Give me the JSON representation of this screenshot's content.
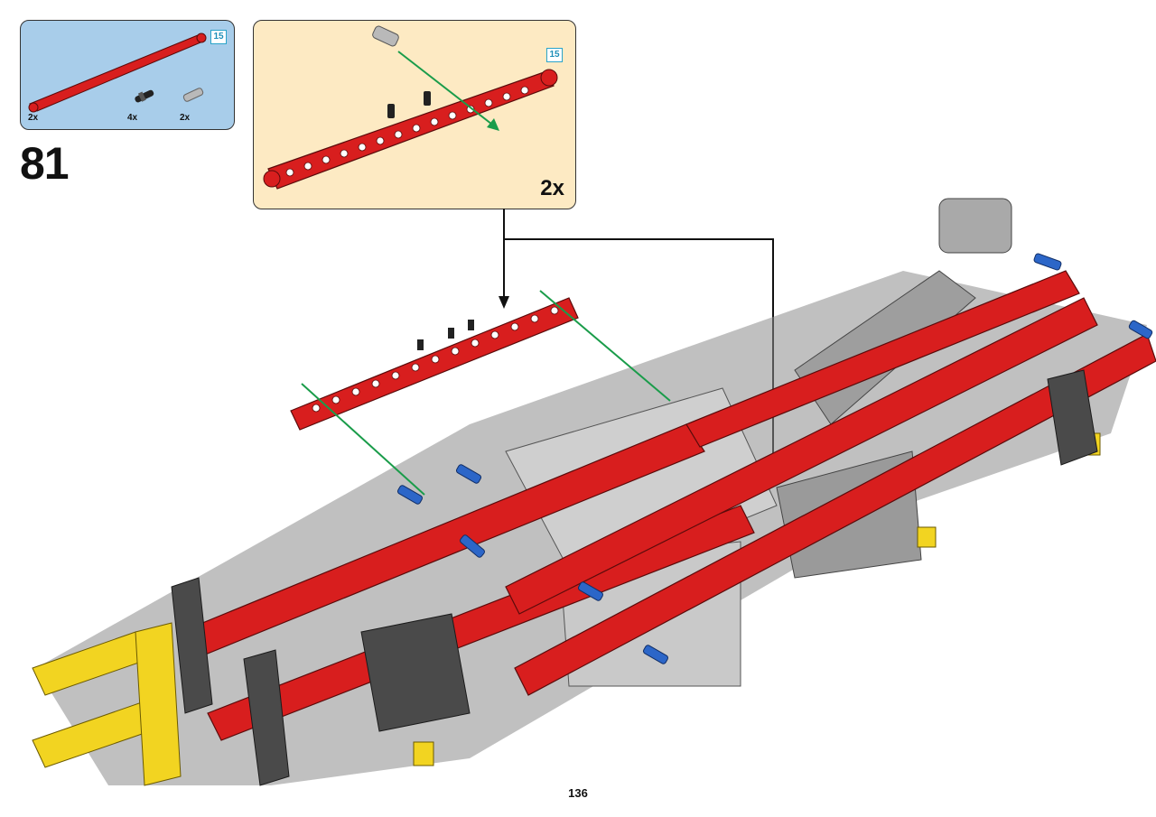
{
  "parts_list": {
    "items": [
      {
        "quantity": "2x",
        "part": "red-technic-beam-15"
      },
      {
        "quantity": "4x",
        "part": "black-friction-pin"
      },
      {
        "quantity": "2x",
        "part": "grey-axle-pin"
      }
    ],
    "beam_length": "15"
  },
  "step_number": "81",
  "submodel": {
    "beam_length": "15",
    "quantity": "2x"
  },
  "page_number": "136",
  "colors": {
    "parts_bg": "#a8cdea",
    "submodel_bg": "#fdeac3",
    "beam_red": "#d81e1e",
    "guide_green": "#1a9c4a",
    "callout_line": "#111111",
    "badge_blue": "#1e8fb8"
  }
}
